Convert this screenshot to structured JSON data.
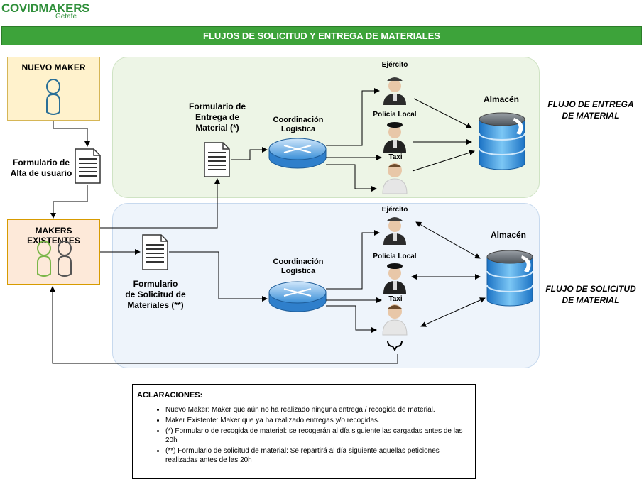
{
  "logo": {
    "main": "COVIDMAKERS",
    "sub": "Getafe"
  },
  "banner": {
    "title": "FLUJOS DE SOLICITUD Y ENTREGA DE MATERIALES"
  },
  "nodes": {
    "nuevo_maker": "NUEVO MAKER",
    "makers_existentes": "MAKERS EXISTENTES",
    "alta_form": [
      "Formulario de",
      "Alta de usuario"
    ],
    "entrega_form": [
      "Formulario de",
      "Entrega de",
      "Material (*)"
    ],
    "solicitud_form": [
      "Formulario",
      "de Solicitud de",
      "Materiales (**)"
    ],
    "coordinacion_top": [
      "Coordinación",
      "Logística"
    ],
    "coordinacion_bot": [
      "Coordinación",
      "Logística"
    ],
    "ejercito_top": "Ejército",
    "policia_top": "Policía Local",
    "taxi_top": "Taxi",
    "ejercito_bot": "Ejército",
    "policia_bot": "Policía Local",
    "taxi_bot": "Taxi",
    "almacen_top": "Almacén",
    "almacen_bot": "Almacén"
  },
  "flows": {
    "entrega": [
      "FLUJO DE ENTREGA",
      "DE MATERIAL"
    ],
    "solicitud": [
      "FLUJO DE SOLICITUD",
      "DE MATERIAL"
    ]
  },
  "notes": {
    "title": "ACLARACIONES:",
    "items": [
      "Nuevo Maker: Maker que aún no ha realizado ninguna entrega / recogida de material.",
      "Maker Existente: Maker que ya ha realizado entregas y/o recogidas.",
      "(*) Formulario de recogida de material: se recogerán al día siguiente las cargadas antes de las 20h",
      "(**) Formulario de solicitud de material: Se repartirá al día siguiente aquellas peticiones realizadas antes de las 20h"
    ]
  }
}
